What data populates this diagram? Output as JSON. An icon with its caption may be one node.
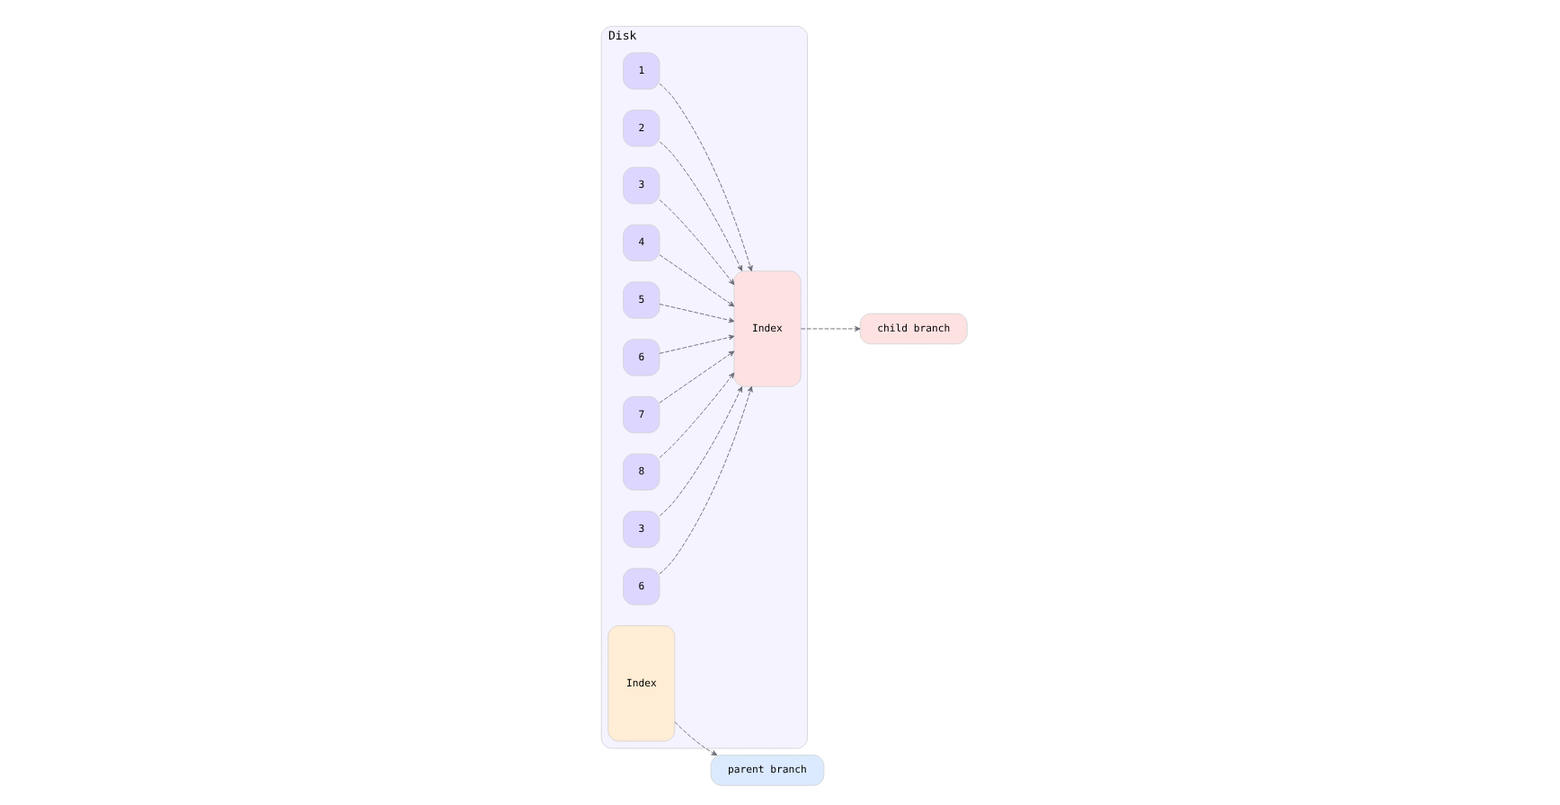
{
  "diagram": {
    "nodes": [
      {
        "text": [
          "Disk"
        ]
      },
      {
        "text": [
          "1"
        ],
        "in": 0
      },
      {
        "text": [
          "2"
        ],
        "in": 0
      },
      {
        "text": [
          "3"
        ],
        "in": 0
      },
      {
        "text": [
          "4"
        ],
        "in": 0
      },
      {
        "text": [
          "5"
        ],
        "in": 0
      },
      {
        "text": [
          "6"
        ],
        "in": 0
      },
      {
        "text": [
          "7"
        ],
        "in": 0
      },
      {
        "text": [
          "8"
        ],
        "in": 0
      },
      {
        "text": [
          "Index"
        ],
        "in": 0
      },
      {
        "text": [
          "3"
        ],
        "in": 0
      },
      {
        "text": [
          "Index"
        ],
        "in": 0
      },
      {
        "text": [
          "6"
        ],
        "in": 0
      },
      {
        "text": [
          "parent branch"
        ]
      },
      {
        "text": [
          "child branch"
        ]
      }
    ],
    "edges": [
      {
        "from": 1,
        "to": 11,
        "arrow": "to",
        "style": "dashed"
      },
      {
        "from": 2,
        "to": 11,
        "arrow": "to",
        "style": "dashed"
      },
      {
        "from": 3,
        "to": 11,
        "arrow": "to",
        "style": "dashed"
      },
      {
        "from": 4,
        "to": 11,
        "arrow": "to",
        "style": "dashed"
      },
      {
        "from": 5,
        "to": 11,
        "arrow": "to",
        "style": "dashed"
      },
      {
        "from": 6,
        "to": 11,
        "arrow": "to",
        "style": "dashed"
      },
      {
        "from": 7,
        "to": 11,
        "arrow": "to",
        "style": "dashed"
      },
      {
        "from": 8,
        "to": 11,
        "arrow": "to",
        "style": "dashed"
      },
      {
        "from": 10,
        "to": 11,
        "arrow": "to",
        "style": "dashed"
      },
      {
        "from": 12,
        "to": 11,
        "arrow": "to",
        "style": "dashed"
      },
      {
        "from": 9,
        "to": 13,
        "arrow": "to",
        "style": "dashed"
      },
      {
        "from": 11,
        "to": 14,
        "arrow": "to",
        "style": "dashed"
      }
    ]
  }
}
